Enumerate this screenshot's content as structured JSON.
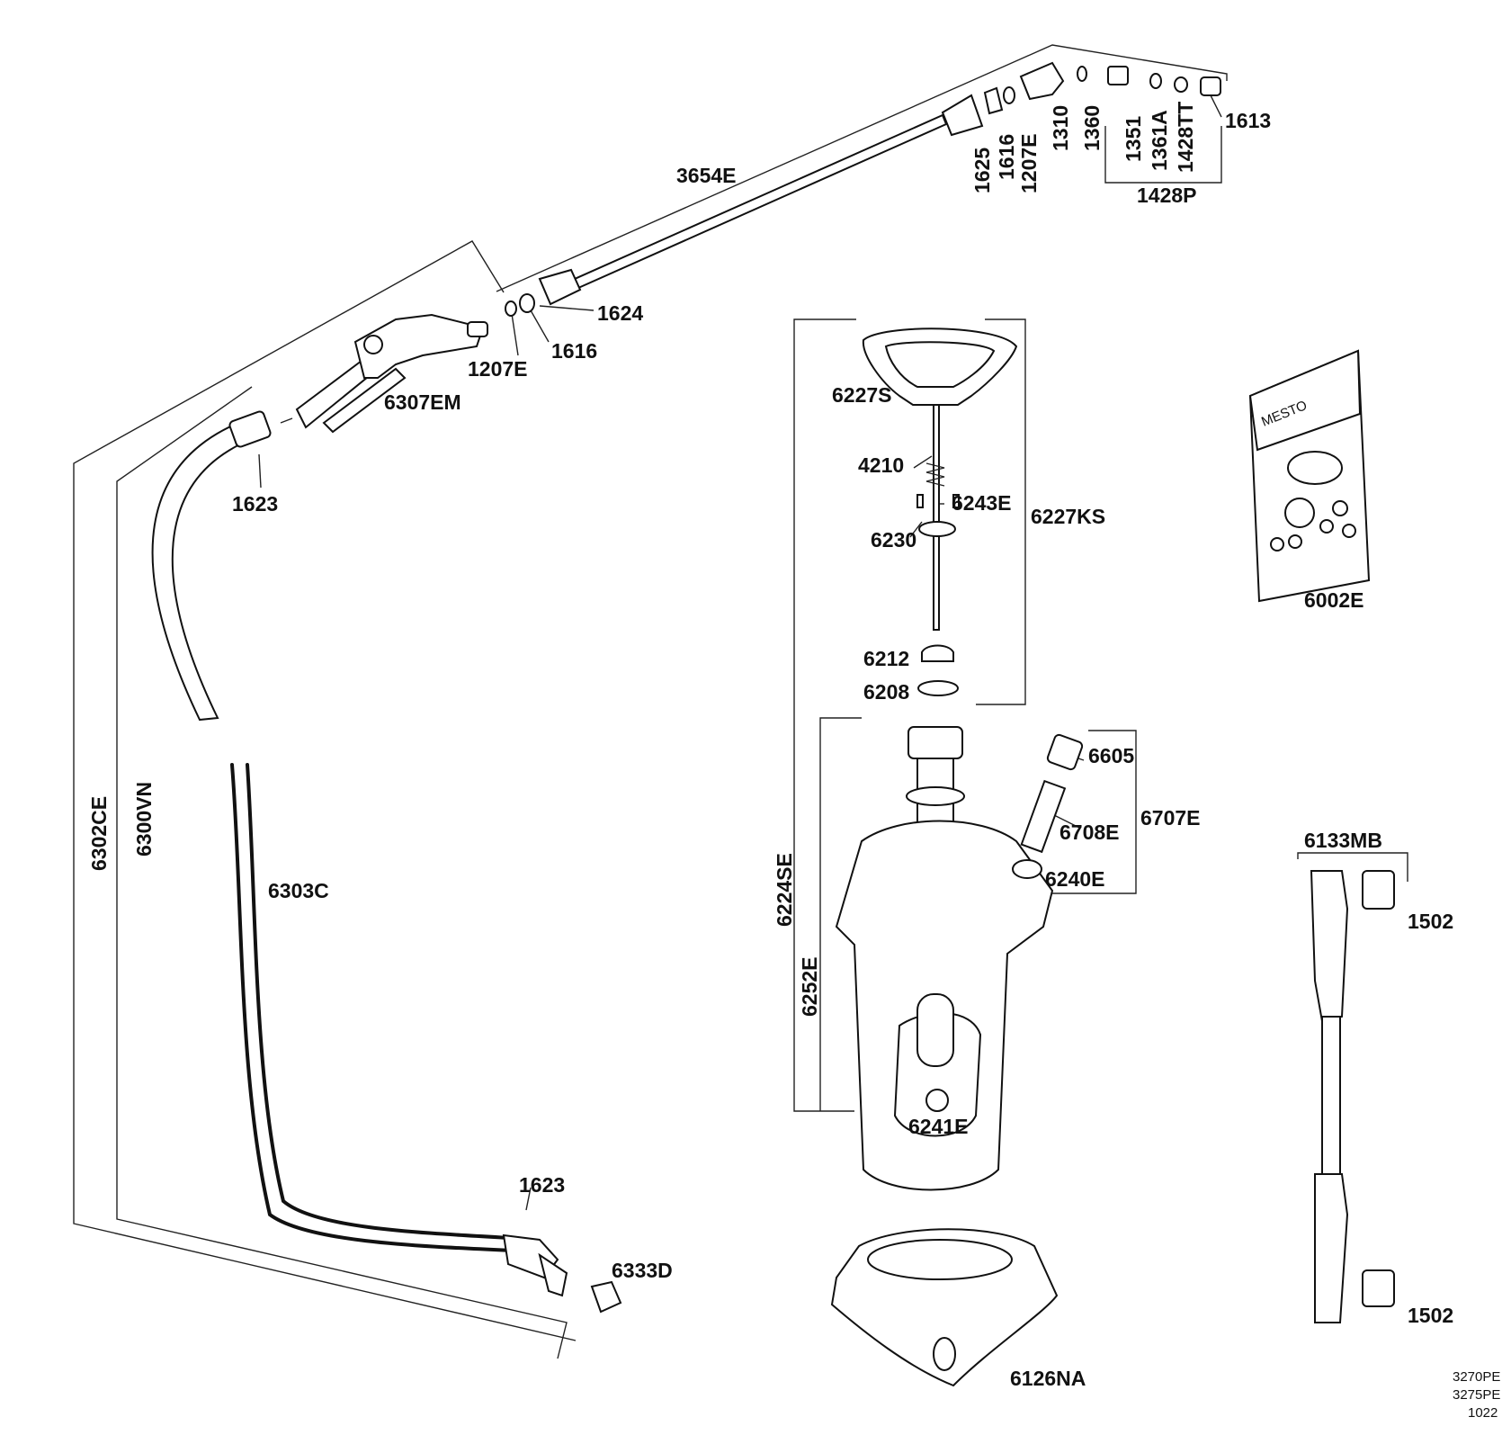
{
  "labels": {
    "p3654E": "3654E",
    "p1625": "1625",
    "p1616a": "1616",
    "p1207Ea": "1207E",
    "p1310": "1310",
    "p1360": "1360",
    "p1351": "1351",
    "p1361A": "1361A",
    "p1428TT": "1428TT",
    "p1613": "1613",
    "p1428P": "1428P",
    "p1624": "1624",
    "p1616b": "1616",
    "p1207Eb": "1207E",
    "p6307EM": "6307EM",
    "p1623a": "1623",
    "p6302CE": "6302CE",
    "p6300VN": "6300VN",
    "p6303C": "6303C",
    "p1623b": "1623",
    "p6333D": "6333D",
    "p6227S": "6227S",
    "p4210": "4210",
    "p6243E": "6243E",
    "p6227KS": "6227KS",
    "p6230": "6230",
    "p6212": "6212",
    "p6208": "6208",
    "p6224SE": "6224SE",
    "p6252E": "6252E",
    "p6605": "6605",
    "p6708E": "6708E",
    "p6707E": "6707E",
    "p6240E": "6240E",
    "p6241E": "6241E",
    "p6126NA": "6126NA",
    "p6002E": "6002E",
    "p6133MB": "6133MB",
    "p1502a": "1502",
    "p1502b": "1502",
    "brand": "MESTO"
  },
  "footer": {
    "line1": "3270PE",
    "line2": "3275PE",
    "line3": "1022"
  }
}
